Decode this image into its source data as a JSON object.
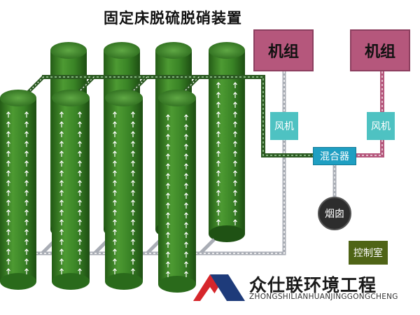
{
  "title": "固定床脱硫脱硝装置",
  "units": [
    {
      "label": "机组"
    },
    {
      "label": "机组"
    }
  ],
  "fans": [
    {
      "label": "风机"
    },
    {
      "label": "风机"
    }
  ],
  "mixer": {
    "label": "混合器"
  },
  "chimney": {
    "label": "烟囱"
  },
  "control_room": {
    "label": "控制室"
  },
  "logo": {
    "name_cn": "众仕联环境工程",
    "name_en": "ZHONGSHILIANHUANJINGGONGCHENG"
  },
  "colors": {
    "reactor_green": "#3f7f2a",
    "unit_box": "#b5577c",
    "fan_box": "#4ec2c2",
    "mixer_box": "#1f9fc2",
    "control_box": "#4f6416",
    "logo_red": "#d6262b",
    "logo_navy": "#1e3b7a"
  }
}
